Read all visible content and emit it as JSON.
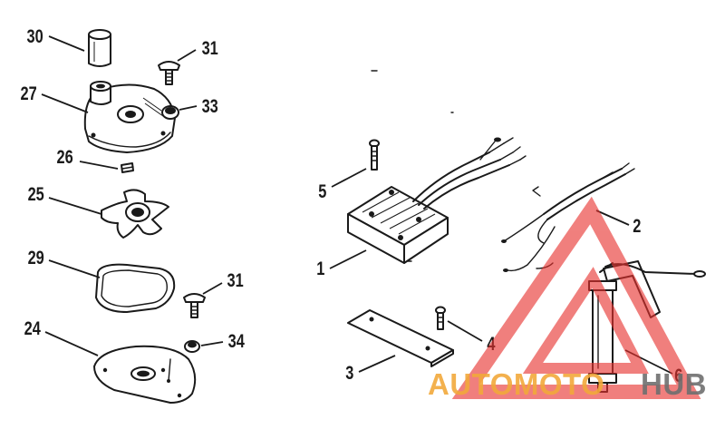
{
  "callouts": {
    "c30": "30",
    "c31a": "31",
    "c27": "27",
    "c33": "33",
    "c26": "26",
    "c25": "25",
    "c29": "29",
    "c31b": "31",
    "c24": "24",
    "c34": "34",
    "c5": "5",
    "c2": "2",
    "c1": "1",
    "c4": "4",
    "c3": "3",
    "c6": "6"
  },
  "watermark": {
    "part1": "AUTOMOTO",
    "part2": "HUB",
    "color_red": "#e8322e",
    "color_orange": "#f2a93b",
    "color_grey": "#6f6f6f"
  }
}
